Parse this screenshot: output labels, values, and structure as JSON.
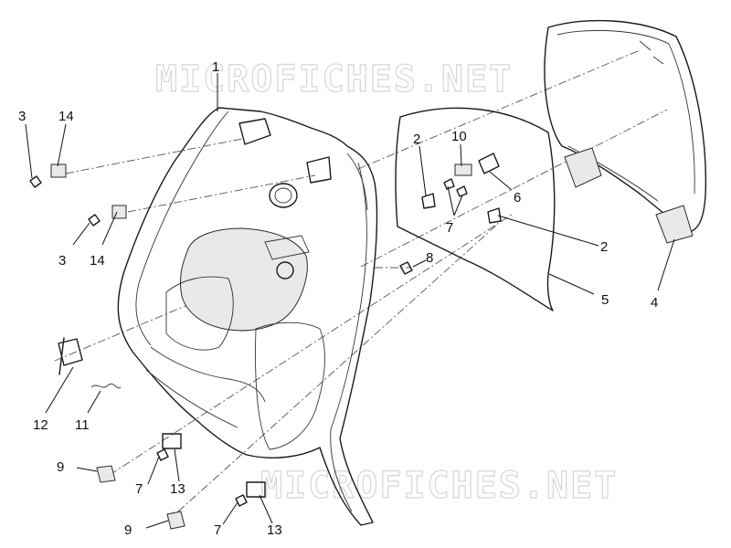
{
  "watermark": {
    "text": "MICROFICHES.NET"
  },
  "callouts": {
    "c1": "1",
    "c2a": "2",
    "c2b": "2",
    "c3a": "3",
    "c3b": "3",
    "c4": "4",
    "c5": "5",
    "c6": "6",
    "c7a": "7",
    "c7b": "7",
    "c7c": "7",
    "c8": "8",
    "c9a": "9",
    "c9b": "9",
    "c10": "10",
    "c11": "11",
    "c12": "12",
    "c13a": "13",
    "c13b": "13",
    "c14a": "14",
    "c14b": "14"
  },
  "colors": {
    "line": "#1a1a1a",
    "watermark": "#d6d6d6",
    "shade": "#e9e9e9"
  }
}
